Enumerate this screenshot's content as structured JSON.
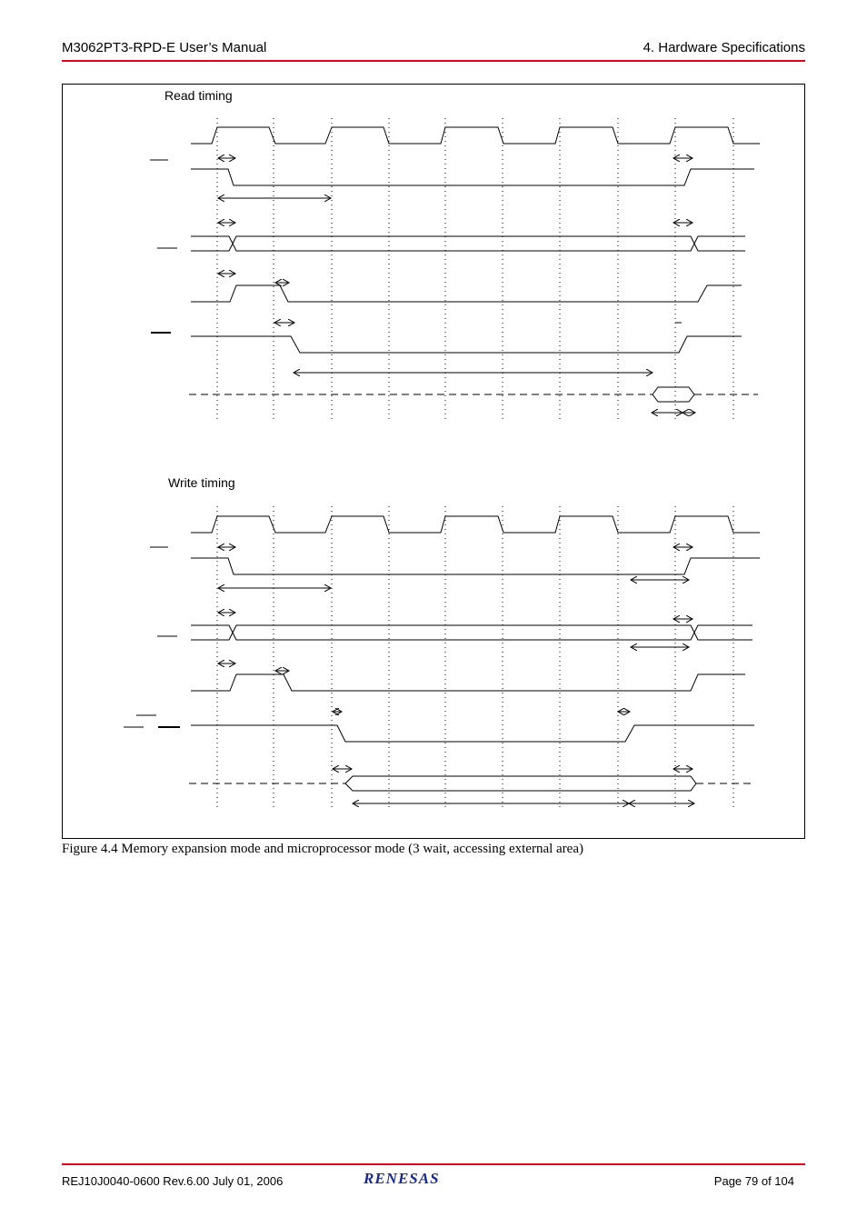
{
  "header": {
    "title": "M3062PT3-RPD-E User’s Manual",
    "section": "4. Hardware Specifications"
  },
  "figure": {
    "read_label": "Read timing",
    "write_label": "Write timing",
    "caption": "Figure 4.4 Memory expansion mode and microprocessor mode (3 wait, accessing external area)"
  },
  "footer": {
    "doc_id": "REJ10J0040-0600  Rev.6.00  July  01,  2006",
    "page": "Page  79  of  104",
    "logo_text": "RENESAS"
  },
  "colors": {
    "accent": "#e6001e"
  }
}
